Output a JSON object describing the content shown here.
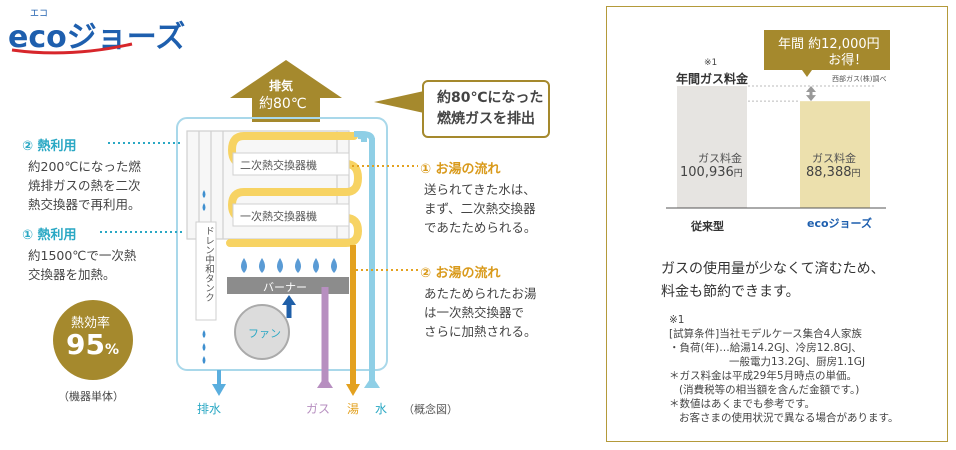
{
  "logo": {
    "text": "ecoジョーズ",
    "ruby": "エコ"
  },
  "colors": {
    "gold": "#a5892d",
    "teal": "#2aa8c4",
    "orange": "#e3a11f",
    "hot_pipe": "#f7d363",
    "cold_pipe": "#8fcfe6",
    "gas_pipe": "#b78fc0",
    "bar_conventional": "#e6e4e1",
    "bar_eco": "#ece0ad"
  },
  "exhaust": {
    "line1": "排気",
    "line2": "約80℃"
  },
  "exhaust_callout": {
    "line1": "約80℃になった",
    "line2": "燃焼ガスを排出"
  },
  "heat2": {
    "title": "② 熱利用",
    "body": [
      "約200℃になった燃",
      "焼排ガスの熱を二次",
      "熱交換器で再利用。"
    ]
  },
  "heat1": {
    "title": "① 熱利用",
    "body": [
      "約1500℃で一次熱",
      "交換器を加熱。"
    ]
  },
  "efficiency": {
    "label": "熱効率",
    "value": "95",
    "unit": "%",
    "note": "（機器単体）"
  },
  "exchanger2": "二次熱交換器機",
  "exchanger1": "一次熱交換器機",
  "tank_label": "ドレン中和タンク",
  "burner": "バーナー",
  "fan": "ファン",
  "flow1": {
    "title": "① お湯の流れ",
    "body": [
      "送られてきた水は、",
      "まず、二次熱交換器",
      "であたためられる。"
    ]
  },
  "flow2": {
    "title": "② お湯の流れ",
    "body": [
      "あたためられたお湯",
      "は一次熱交換器で",
      "さらに加熱される。"
    ]
  },
  "bottom_labels": {
    "drain": "排水",
    "gas": "ガス",
    "hot": "湯",
    "water": "水",
    "concept": "（概念図）"
  },
  "chart_data": {
    "type": "bar",
    "title": "年間ガス料金",
    "title_note": "※1",
    "categories": [
      "従来型",
      "ecoジョーズ"
    ],
    "bar_label": "ガス料金",
    "values": [
      100936,
      88388
    ],
    "value_labels": [
      "100,936",
      "88,388"
    ],
    "unit": "円",
    "savings_callout": {
      "line1": "年間 約12,000円",
      "line2": "お得！"
    },
    "source": "西部ガス(株)調べ"
  },
  "summary": {
    "line1": "ガスの使用量が少なくて済むため、",
    "line2": "料金も節約できます。"
  },
  "conditions": [
    "※1",
    "[試算条件]当社モデルケース集合4人家族",
    "・負荷(年)…給湯14.2GJ、冷房12.8GJ、",
    "一般電力13.2GJ、厨房1.1GJ",
    "＊ガス料金は平成29年5月時点の単価。",
    "(消費税等の相当額を含んだ金額です。)",
    "＊数値はあくまでも参考です。",
    "お客さまの使用状況で異なる場合があります。"
  ]
}
